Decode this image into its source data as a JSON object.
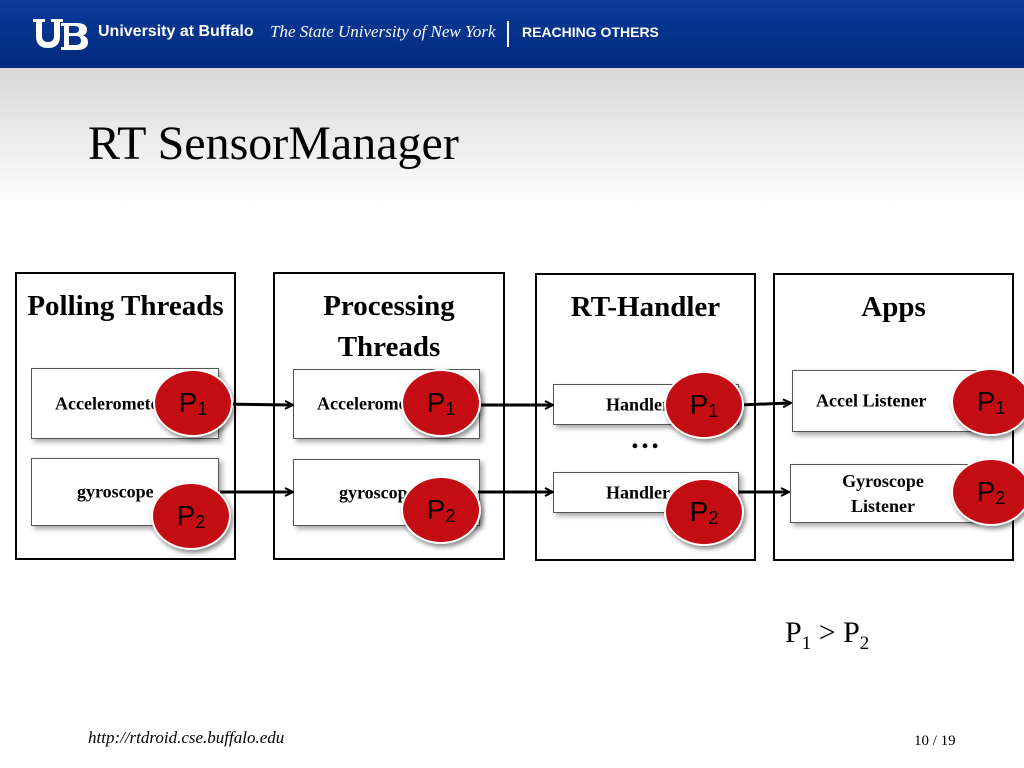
{
  "banner": {
    "logo_text": "UB",
    "university": "University at Buffalo",
    "system": "The State University of New York",
    "tagline": "REACHING OTHERS",
    "color": "#00297a"
  },
  "slide": {
    "title": "RT SensorManager",
    "footer_url": "http://rtdroid.cse.buffalo.edu",
    "page_number": "10 / 19"
  },
  "diagram": {
    "groups": [
      {
        "heading": "Polling Threads",
        "items": [
          "Accelerometer",
          "gyroscope"
        ]
      },
      {
        "heading": "Processing Threads",
        "items": [
          "Accelerometer",
          "gyroscope"
        ]
      },
      {
        "heading": "RT-Handler",
        "items": [
          "Handler",
          "Handler"
        ],
        "ellipsis": "…"
      },
      {
        "heading": "Apps",
        "items": [
          "Accel Listener",
          "Gyroscope Listener"
        ]
      }
    ],
    "priority_colors": {
      "badge": "#c40d12"
    },
    "priorities": {
      "p1": {
        "letter": "P",
        "index": "1"
      },
      "p2": {
        "letter": "P",
        "index": "2"
      }
    }
  },
  "relation": {
    "left": "P",
    "left_sub": "1",
    "operator": " > ",
    "right": "P",
    "right_sub": "2"
  }
}
